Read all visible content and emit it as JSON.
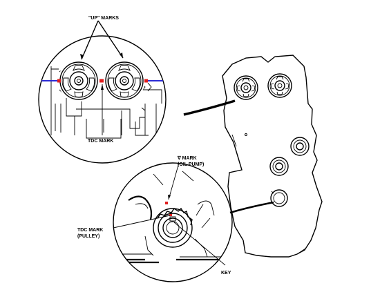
{
  "diagram": {
    "labels": {
      "up_marks": "\"UP\" MARKS",
      "tdc_mark": "TDC MARK",
      "oil_pump_mark_line1": "∇ MARK",
      "oil_pump_mark_line2": "(OIL PUMP)",
      "tdc_pulley_line1": "TDC MARK",
      "tdc_pulley_line2": "(PULLEY)",
      "key": "KEY"
    },
    "colors": {
      "line": "#000000",
      "reference_line": "#2b2bd6",
      "mark": "#e01e1e",
      "background": "#ffffff"
    }
  }
}
